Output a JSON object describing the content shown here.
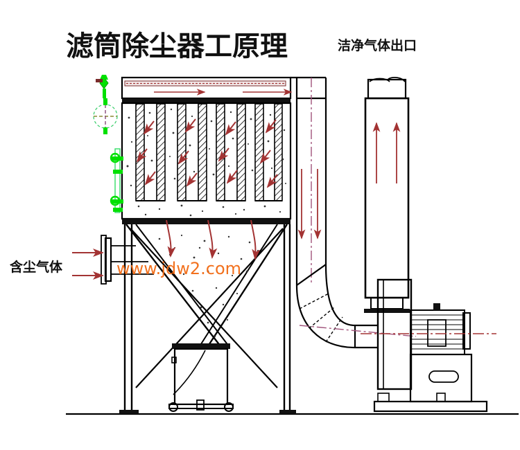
{
  "diagram": {
    "title": "滤筒除尘器工原理",
    "background_color": "#ffffff",
    "line_color": "#000000",
    "arrow_color": "#a33333",
    "valve_color": "#00e000",
    "centerline_color": "#a0527a",
    "watermark_color": "#f26a12"
  },
  "labels": {
    "title": "滤筒除尘器工原理",
    "clean_gas_outlet": "洁净气体出口",
    "dusty_gas_inlet": "含尘气体",
    "watermark": "www.jdw2.com"
  },
  "components": {
    "filter_housing": "滤筒箱体",
    "cartridges_count": 4,
    "pulse_manifold": "压缩空气管",
    "pulse_valves_count": 3,
    "pressure_gauge": "压力表",
    "hopper": "灰斗",
    "dust_bin": "集尘桶",
    "riser_duct": "竖直风管",
    "elbow_duct": "弯头风管",
    "fan_housing": "风机蜗壳",
    "motor": "电机",
    "outlet_stack": "排气筒",
    "ground_line": "地面线"
  },
  "flow_arrows": {
    "inlet_arrows": 2,
    "cartridge_arrows": 12,
    "hopper_arrows": 3,
    "plenum_arrows": 2,
    "riser_down_arrows": 2,
    "stack_up_arrows": 2
  }
}
